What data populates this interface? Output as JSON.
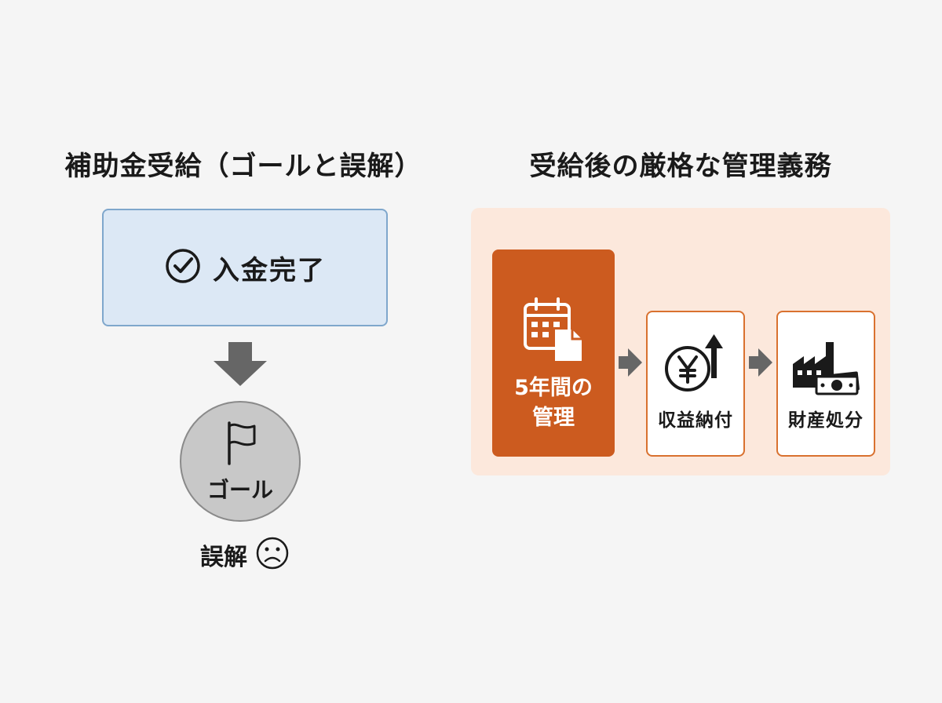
{
  "left": {
    "title": "補助金受給（ゴールと誤解）",
    "deposit_label": "入金完了",
    "goal_label": "ゴール",
    "misunderstanding_label": "誤解"
  },
  "right": {
    "title": "受給後の厳格な管理義務",
    "main_step": {
      "line1": "5年間の",
      "line2": "管理"
    },
    "steps": [
      {
        "label": "収益納付",
        "icon": "yen-up-icon"
      },
      {
        "label": "財産処分",
        "icon": "factory-money-icon"
      }
    ]
  },
  "colors": {
    "background": "#f5f5f5",
    "deposit_fill": "#dce8f5",
    "deposit_border": "#7fa7cc",
    "goal_fill": "#c8c8c8",
    "panel_fill": "#fce8dc",
    "accent": "#cc5b1f",
    "step_border": "#d9712f",
    "arrow": "#666666"
  }
}
